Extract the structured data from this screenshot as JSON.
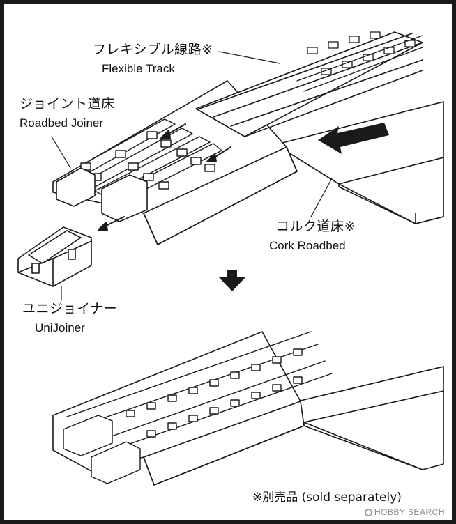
{
  "labels": {
    "flexible_track_jp": "フレキシブル線路※",
    "flexible_track_en": "Flexible Track",
    "roadbed_joiner_jp": "ジョイント道床",
    "roadbed_joiner_en": "Roadbed Joiner",
    "cork_roadbed_jp": "コルク道床※",
    "cork_roadbed_en": "Cork Roadbed",
    "unijoiner_jp": "ユニジョイナー",
    "unijoiner_en": "UniJoiner"
  },
  "footnote": "※別売品 (sold separately)",
  "watermark": "HOBBY SEARCH",
  "icons": [
    "down-arrow-icon",
    "push-arrow-icon",
    "hobby-search-logo-icon"
  ],
  "colors": {
    "line": "#1a1a1a",
    "fill": "#ffffff",
    "shade": "#d9d9d9",
    "frame": "#1a1a1a"
  }
}
